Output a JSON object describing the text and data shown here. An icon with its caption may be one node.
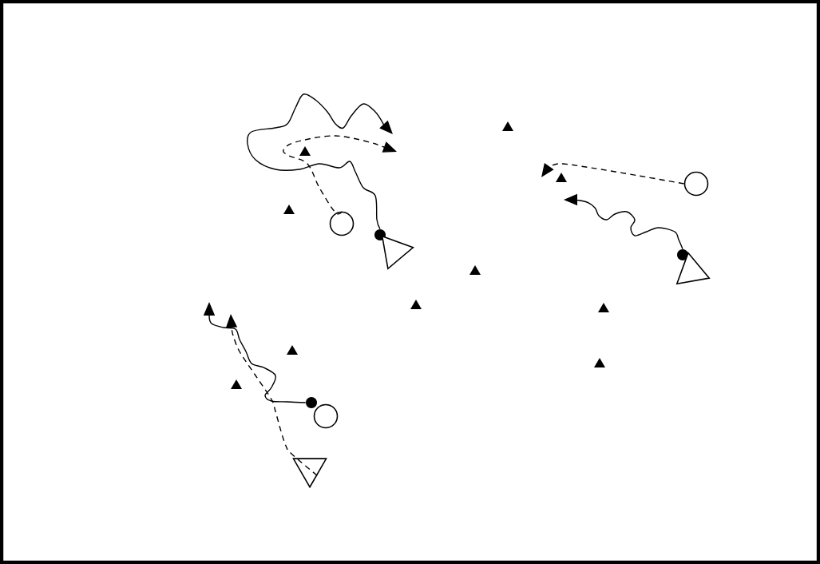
{
  "diagram": {
    "nodes": [
      {
        "text": [],
        "shape": "circle"
      },
      {
        "text": [],
        "shape": "ball"
      },
      {
        "text": [],
        "shape": "triangle"
      },
      {
        "text": [],
        "shape": "circle"
      },
      {
        "text": [],
        "shape": "ball"
      },
      {
        "text": [],
        "shape": "triangle"
      },
      {
        "text": [],
        "shape": "ball"
      },
      {
        "text": [],
        "shape": "circle"
      },
      {
        "text": [],
        "shape": "triangle"
      }
    ],
    "edges": [
      {
        "from": 0,
        "to": null,
        "arrow": "to",
        "style": "dashed"
      },
      {
        "from": 1,
        "to": null,
        "arrow": "to"
      },
      {
        "from": 3,
        "to": null,
        "arrow": "to",
        "style": "dashed"
      },
      {
        "from": 4,
        "to": null,
        "arrow": "to"
      },
      {
        "from": 6,
        "to": null,
        "arrow": "to"
      },
      {
        "from": 8,
        "to": null,
        "arrow": "to",
        "style": "dashed"
      }
    ]
  }
}
